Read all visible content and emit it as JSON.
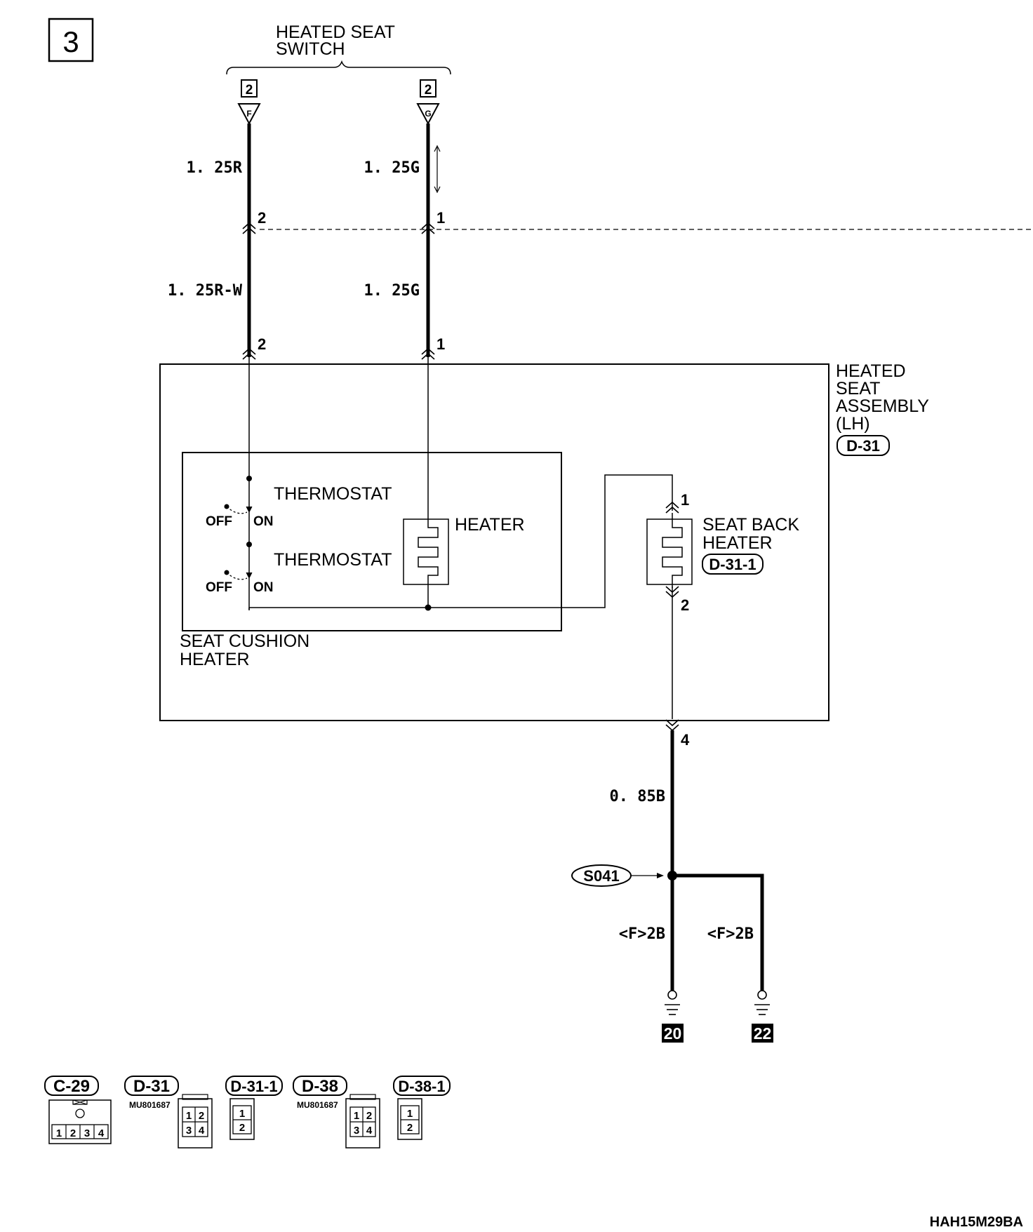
{
  "page_number": "3",
  "switch": {
    "line1": "HEATED SEAT",
    "line2": "SWITCH",
    "connector_f": {
      "num": "2",
      "letter": "F"
    },
    "connector_g": {
      "num": "2",
      "letter": "G"
    }
  },
  "wires": {
    "left_top": "1. 25R",
    "right_top": "1. 25G",
    "left_mid": "1. 25R-W",
    "right_mid": "1. 25G",
    "ground_main": "0. 85B",
    "ground_left": "<F>2B",
    "ground_right": "<F>2B"
  },
  "pins": {
    "split_left": "2",
    "split_right": "1",
    "seat_left": "2",
    "seat_right": "1",
    "back_top": "1",
    "back_bottom": "2",
    "bottom": "4"
  },
  "assembly": {
    "line1": "HEATED",
    "line2": "SEAT",
    "line3": "ASSEMBLY",
    "line4": "(LH)",
    "connector": "D-31"
  },
  "cushion": {
    "thermostat1": "THERMOSTAT",
    "thermostat2": "THERMOSTAT",
    "heater": "HEATER",
    "off": "OFF",
    "on": "ON",
    "title1": "SEAT CUSHION",
    "title2": "HEATER"
  },
  "back_heater": {
    "line1": "SEAT BACK",
    "line2": "HEATER",
    "connector": "D-31-1"
  },
  "splice": "S041",
  "grounds": [
    "20",
    "22"
  ],
  "connector_legend": [
    {
      "id": "C-29",
      "part": "",
      "pins": [
        "1",
        "2",
        "3",
        "4"
      ]
    },
    {
      "id": "D-31",
      "part": "MU801687",
      "pins": [
        "1",
        "2",
        "3",
        "4"
      ]
    },
    {
      "id": "D-31-1",
      "part": "",
      "pins": [
        "1",
        "2"
      ]
    },
    {
      "id": "D-38",
      "part": "MU801687",
      "pins": [
        "1",
        "2",
        "3",
        "4"
      ]
    },
    {
      "id": "D-38-1",
      "part": "",
      "pins": [
        "1",
        "2"
      ]
    }
  ],
  "diagram_code": "HAH15M29BA"
}
